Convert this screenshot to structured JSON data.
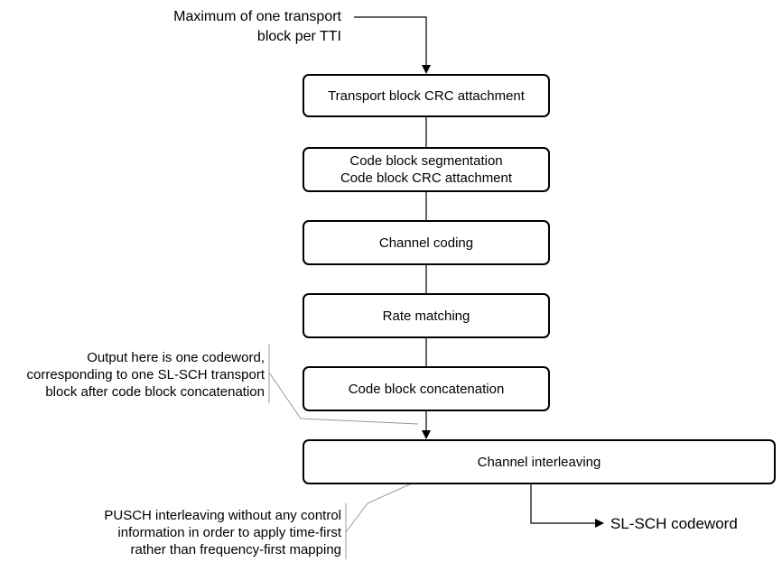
{
  "input_label": [
    "Maximum of one transport",
    "block per TTI"
  ],
  "blocks": {
    "crc": [
      "Transport block CRC attachment"
    ],
    "segmentation": [
      "Code block segmentation",
      "Code block CRC attachment"
    ],
    "coding": [
      "Channel coding"
    ],
    "rate": [
      "Rate matching"
    ],
    "concat": [
      "Code block concatenation"
    ],
    "interleave": [
      "Channel interleaving"
    ]
  },
  "notes": {
    "codeword": [
      "Output here is one codeword,",
      "corresponding to one SL-SCH transport",
      "block after code block concatenation"
    ],
    "pusch": [
      "PUSCH interleaving without any control",
      "information in order to apply time-first",
      "rather than frequency-first mapping"
    ]
  },
  "output_label": "SL-SCH codeword"
}
